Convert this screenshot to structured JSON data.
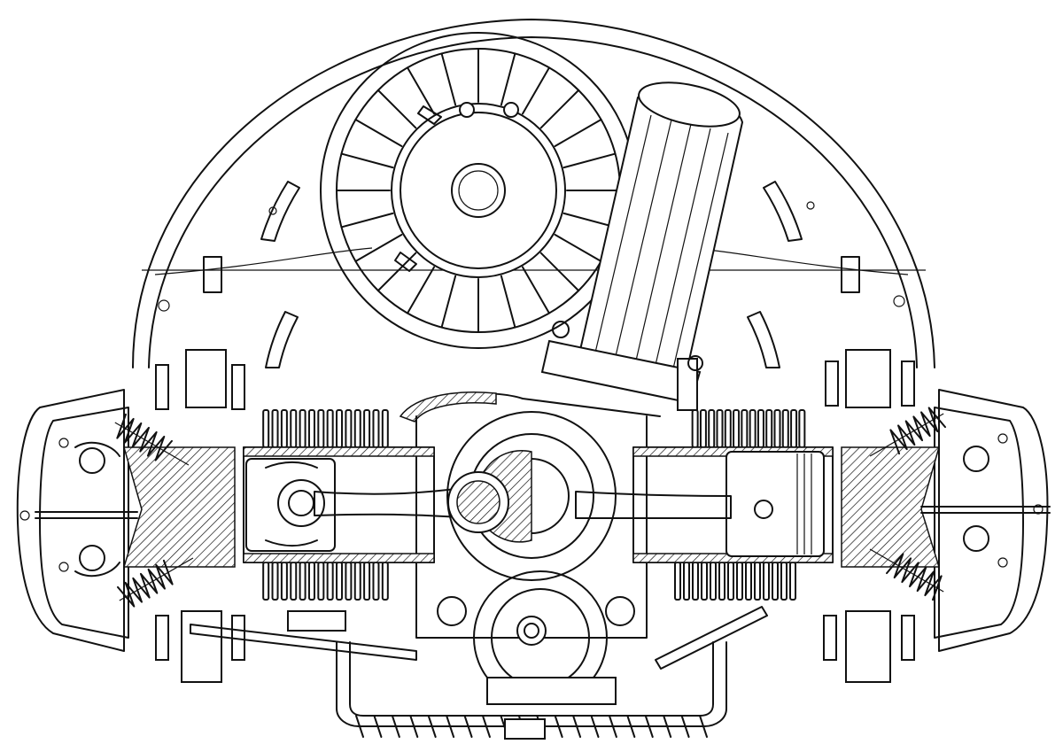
{
  "drawing": {
    "colors": {
      "ink": "#111111",
      "paper": "#ffffff"
    },
    "fan_blades": 24,
    "cylinder_fins": 14,
    "sump_fins": 20,
    "valve_spring_coils": 6
  }
}
